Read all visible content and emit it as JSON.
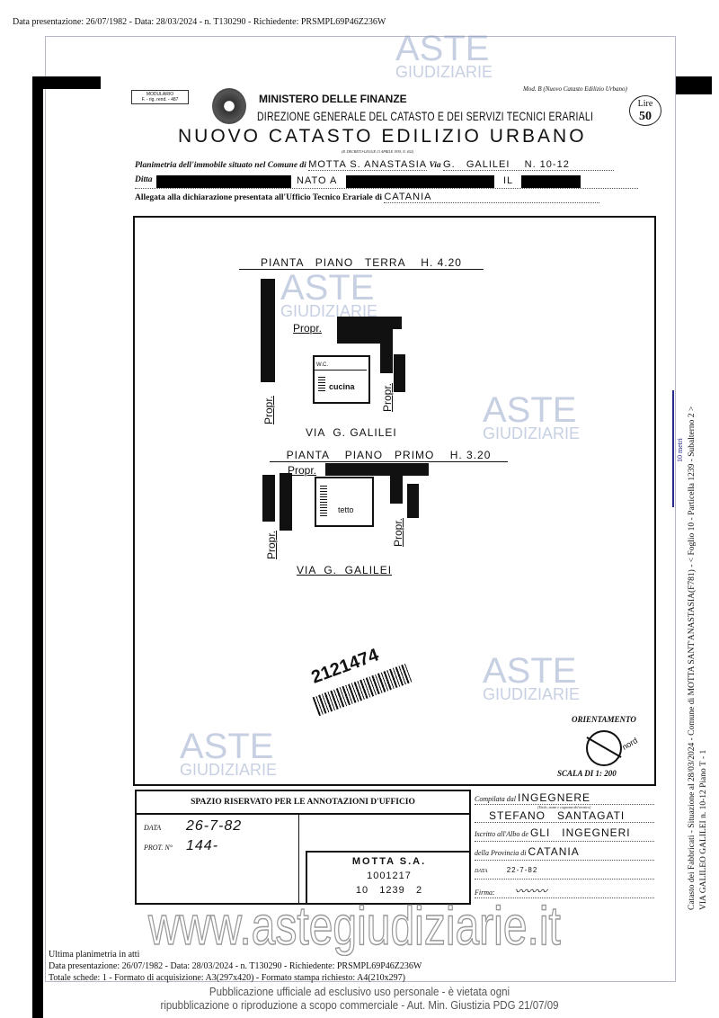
{
  "header_line": "Data presentazione: 26/07/1982 - Data: 28/03/2024 - n. T130290 - Richiedente: PRSMPL69P46Z236W",
  "form": {
    "modulario": "MODULARIO",
    "modulario_code": "F. - rig. rend. - 487",
    "mod_b": "Mod. B (Nuovo Catasto Edilizio Urbano)",
    "ministry": "MINISTERO DELLE FINANZE",
    "direction": "DIREZIONE GENERALE DEL CATASTO E DEI SERVIZI TECNICI ERARIALI",
    "stamp_lire": "Lire",
    "stamp_value": "50",
    "title": "NUOVO CATASTO EDILIZIO URBANO",
    "decree": "(R. DECRETO-LEGGE 13 APRILE 1939, N. 652)",
    "planimetria_label": "Planimetria dell'immobile situato nel Comune di",
    "comune": "MOTTA S. ANASTASIA",
    "via_label": "Via",
    "via": "G.   GALILEI    N. 10-12",
    "ditta_label": "Ditta",
    "nato_a": "NATO A",
    "il": "IL",
    "allegata_label": "Allegata alla dichiarazione presentata all'Ufficio Tecnico Erariale di",
    "ufficio": "CATANIA"
  },
  "plan": {
    "ground_title": "PIANTA   PIANO   TERRA    H. 4.20",
    "first_title": "PIANTA    PIANO   PRIMO    H. 3.20",
    "propr": "Propr.",
    "wc": "W.C.",
    "cucina": "cucina",
    "tetto": "tetto",
    "street1": "VIA  G. GALILEI",
    "street2": "VIA  G.  GALILEI",
    "barcode_number": "2121474",
    "orientation": "ORIENTAMENTO",
    "nord": "nord",
    "scale": "SCALA DI 1: 200"
  },
  "office": {
    "title": "SPAZIO RISERVATO PER LE ANNOTAZIONI D'UFFICIO",
    "data_label": "DATA",
    "data_value": "26-7-82",
    "prot_label": "PROT. N°",
    "prot_value": "144-",
    "stamp_lines": [
      "MOTTA S.A.",
      "1001217",
      "10   1239   2"
    ]
  },
  "compiler": {
    "compilata_label": "Compilata dal",
    "compilata_value": "INGEGNERE",
    "hint": "(Titolo, nome e cognome del tecnico)",
    "name": "STEFANO   SANTAGATI",
    "albo_label": "Iscritto all'Albo de",
    "albo_value": "GLI   INGEGNERI",
    "provincia_label": "della Provincia di",
    "provincia_value": "CATANIA",
    "data_label": "DATA",
    "data_value": "22-7-82",
    "firma_label": "Firma:"
  },
  "side": {
    "scale_bar": "10 metri",
    "line1": "Catasto dei Fabbricati - Situazione al 28/03/2024 - Comune di MOTTA SANT'ANASTASIA(F781) - < Foglio 10 - Particella 1239 - Subalterno 2 >",
    "line2": "VIA GALILEO GALILEI n. 10-12 Piano T - 1"
  },
  "watermark": {
    "aste": "ASTE",
    "giudiziarie": "GIUDIZIARIE",
    "site": "www.astegiudiziarie.it",
    "notice1": "Pubblicazione ufficiale ad esclusivo uso personale - è vietata ogni",
    "notice2": "ripubblicazione o riproduzione a scopo commerciale - Aut. Min. Giustizia PDG 21/07/09"
  },
  "footer": {
    "last": "Ultima planimetria in atti",
    "line1": "Data presentazione: 26/07/1982 - Data: 28/03/2024 - n. T130290 - Richiedente: PRSMPL69P46Z236W",
    "line2": "Totale schede: 1 - Formato di acquisizione: A3(297x420) - Formato stampa richiesto: A4(210x297)"
  }
}
